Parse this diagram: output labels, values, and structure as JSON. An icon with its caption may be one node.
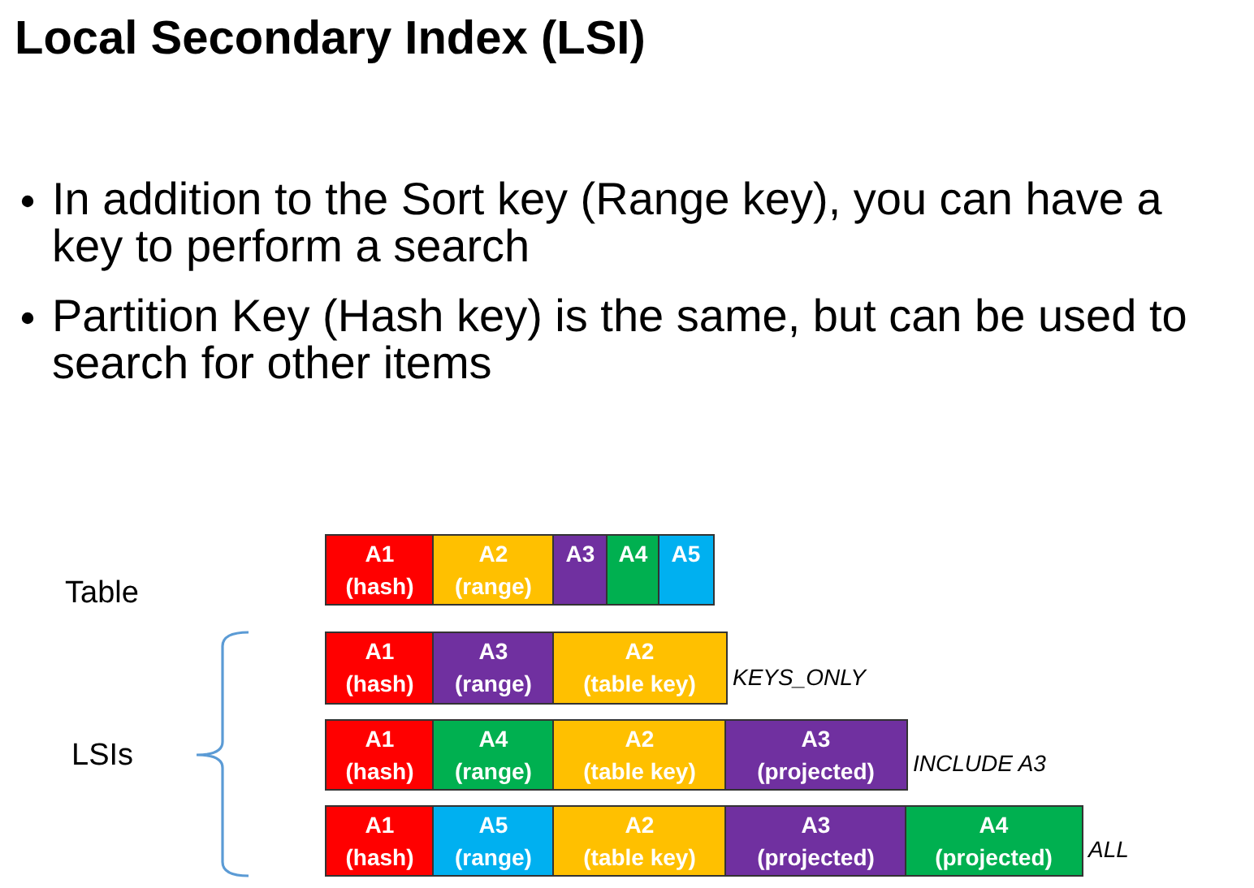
{
  "diagram": {
    "title": "Local Secondary Index (LSI)",
    "nodes": [
      {
        "text": [
          "A1",
          "(hash)"
        ]
      },
      {
        "text": [
          "A2",
          "(range)"
        ]
      },
      {
        "text": [
          "A3"
        ]
      },
      {
        "text": [
          "A4"
        ]
      },
      {
        "text": [
          "A5"
        ]
      },
      {
        "text": [
          "A1",
          "(hash)"
        ]
      },
      {
        "text": [
          "A3",
          "(range)"
        ]
      },
      {
        "text": [
          "A2",
          "(table key)"
        ],
        "beside": [
          "KEYS_ONLY"
        ]
      },
      {
        "text": [
          "A1",
          "(hash)"
        ]
      },
      {
        "text": [
          "A4",
          "(range)"
        ]
      },
      {
        "text": [
          "A2",
          "(table key)"
        ]
      },
      {
        "text": [
          "A3",
          "(projected)"
        ],
        "beside": [
          "INCLUDE A3"
        ]
      },
      {
        "text": [
          "A1",
          "(hash)"
        ]
      },
      {
        "text": [
          "A5",
          "(range)"
        ]
      },
      {
        "text": [
          "A2",
          "(table key)"
        ]
      },
      {
        "text": [
          "A3",
          "(projected)"
        ]
      },
      {
        "text": [
          "A4",
          "(projected)"
        ],
        "beside": [
          "ALL"
        ]
      }
    ],
    "labels": [
      "In addition to the Sort key (Range key), you can have a key to perform a search",
      "Partition Key (Hash key) is the same, but can be used to search for other items",
      "Table",
      "LSIs"
    ]
  }
}
